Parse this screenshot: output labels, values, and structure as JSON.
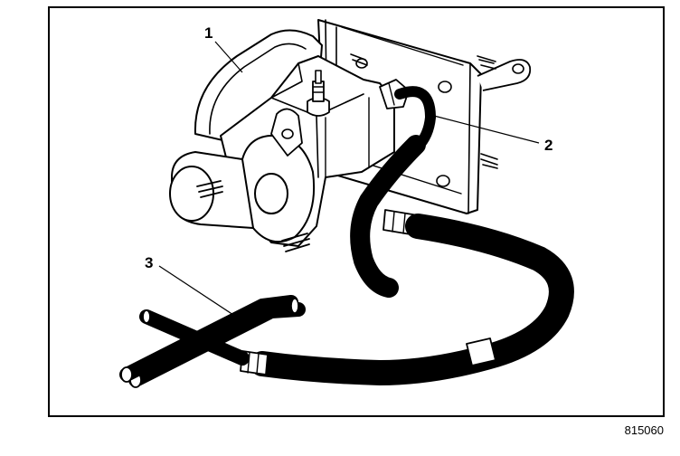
{
  "figure": {
    "callouts": [
      {
        "id": "1",
        "label": "1"
      },
      {
        "id": "2",
        "label": "2"
      },
      {
        "id": "3",
        "label": "3"
      }
    ],
    "figure_number": "815060"
  }
}
